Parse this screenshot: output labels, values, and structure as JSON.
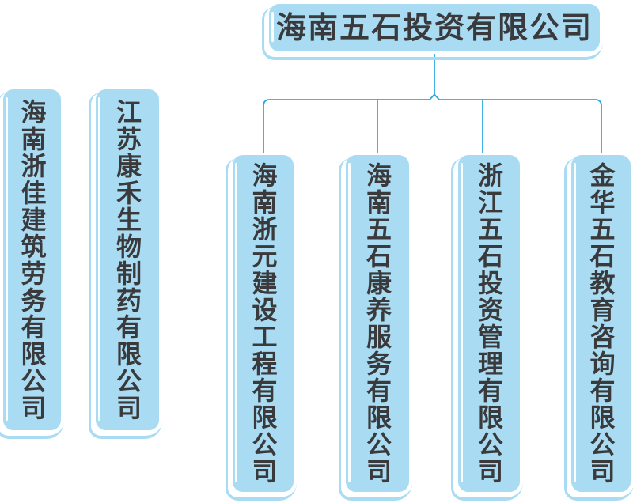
{
  "org_chart": {
    "root": {
      "name": "海南五石投资有限公司"
    },
    "subsidiaries": [
      {
        "name": "海南浙元建设工程有限公司"
      },
      {
        "name": "海南五石康养服务有限公司"
      },
      {
        "name": "浙江五石投资管理有限公司"
      },
      {
        "name": "金华五石教育咨询有限公司"
      }
    ],
    "standalone": [
      {
        "name": "海南浙佳建筑劳务有限公司"
      },
      {
        "name": "江苏康禾生物制药有限公司"
      }
    ]
  },
  "colors": {
    "box_fill": "#a9dcf2",
    "box_highlight": "#ffffff",
    "connector": "#2ba9e1",
    "text": "#3a3a3c",
    "background": "#ffffff"
  }
}
